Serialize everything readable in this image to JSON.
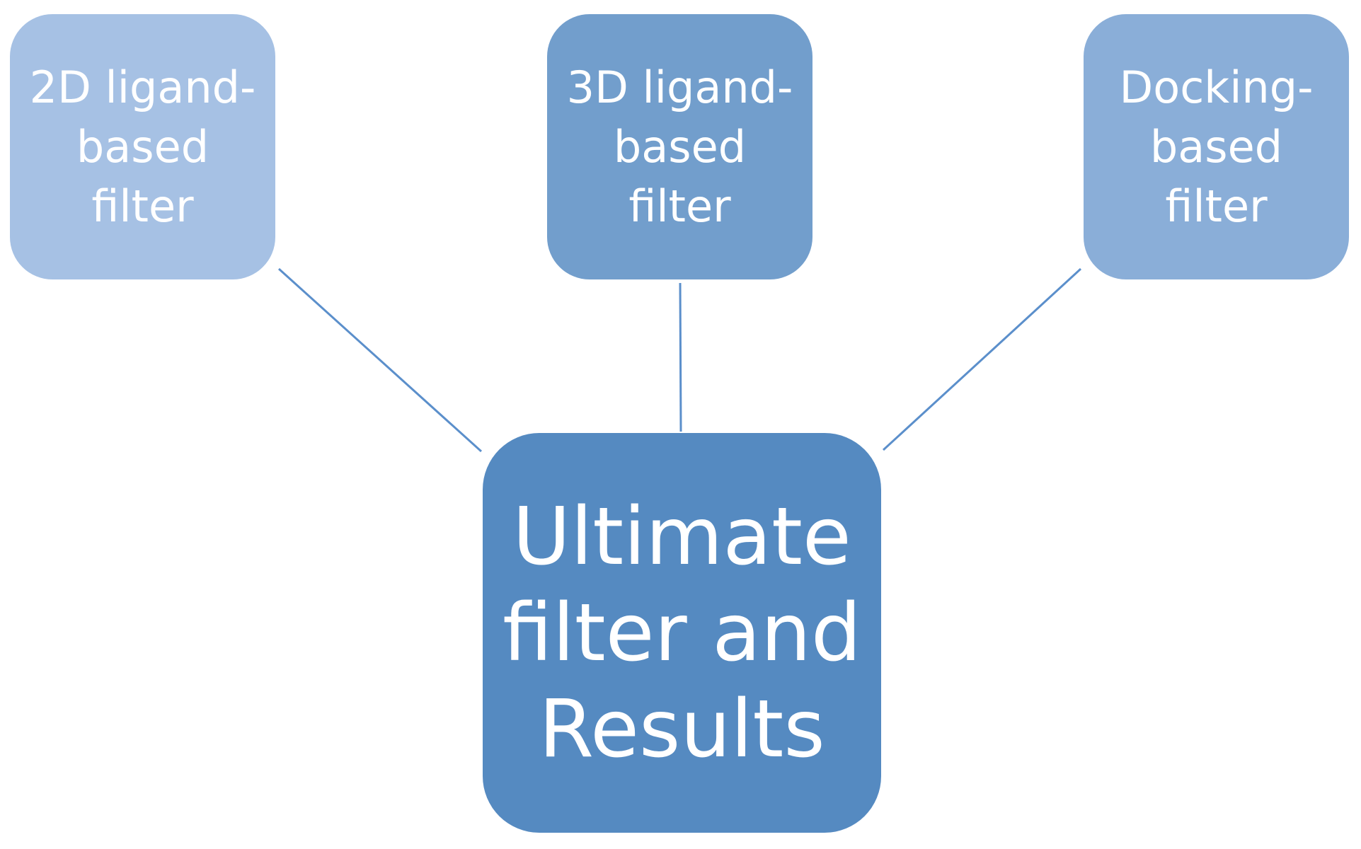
{
  "diagram": {
    "nodes": [
      {
        "id": "2d-filter",
        "lines": [
          "2D ligand-",
          "based",
          "filter"
        ],
        "color": "#a6c1e4"
      },
      {
        "id": "3d-filter",
        "lines": [
          "3D ligand-",
          "based",
          "filter"
        ],
        "color": "#729ecc"
      },
      {
        "id": "docking-filter",
        "lines": [
          "Docking-",
          "based",
          "filter"
        ],
        "color": "#8aaed8"
      },
      {
        "id": "ultimate-filter",
        "lines": [
          "Ultimate",
          "filter and",
          "Results"
        ],
        "color": "#558ac1"
      }
    ],
    "edges": [
      {
        "from": "2d-filter",
        "to": "ultimate-filter"
      },
      {
        "from": "3d-filter",
        "to": "ultimate-filter"
      },
      {
        "from": "docking-filter",
        "to": "ultimate-filter"
      }
    ],
    "connector_color": "#5b8fcb"
  }
}
